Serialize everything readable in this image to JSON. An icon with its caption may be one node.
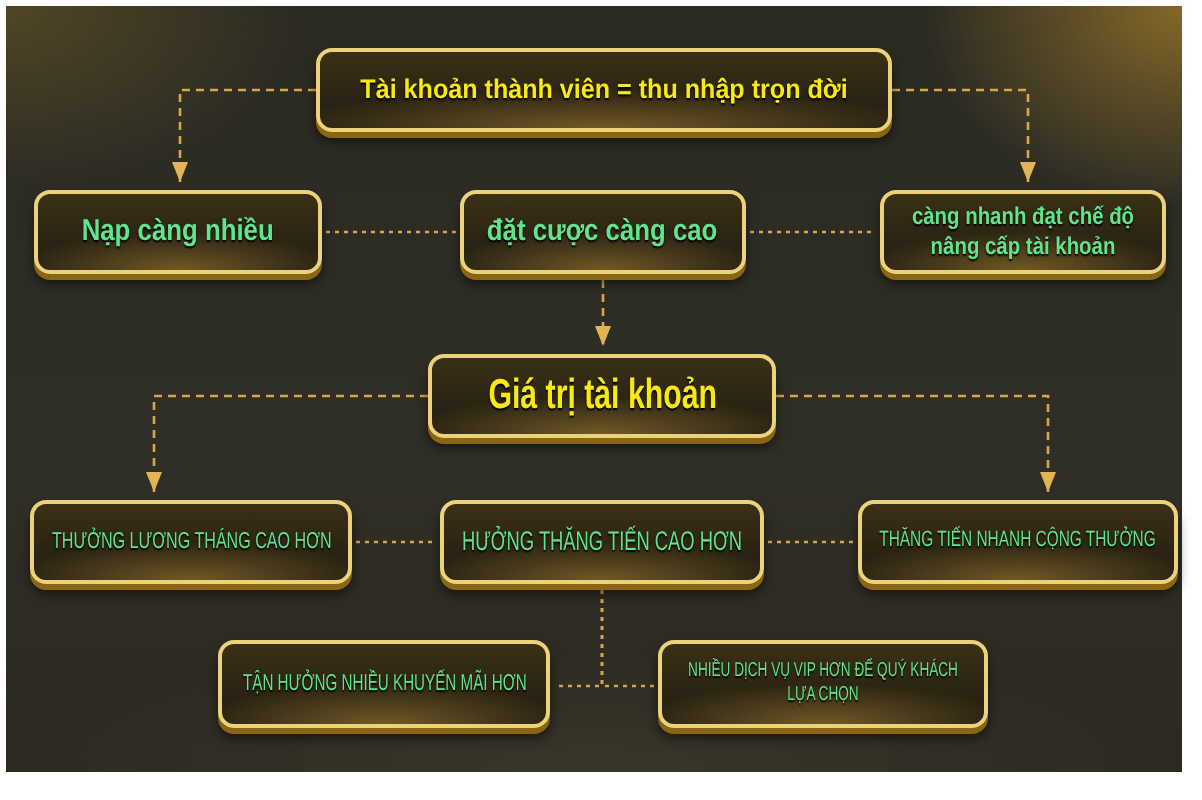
{
  "diagram": {
    "nodes": [
      {
        "text": [
          "Tài khoản thành viên = thu nhập trọn đời"
        ]
      },
      {
        "text": [
          "Nạp càng nhiều"
        ]
      },
      {
        "text": [
          "đặt cược càng cao"
        ]
      },
      {
        "text": [
          "càng nhanh đạt chế độ nâng cấp tài khoản"
        ]
      },
      {
        "text": [
          "Giá trị tài khoản"
        ]
      },
      {
        "text": [
          "THƯỞNG LƯƠNG THÁNG CAO HƠN"
        ]
      },
      {
        "text": [
          "HƯỞNG THĂNG TIẾN CAO HƠN"
        ]
      },
      {
        "text": [
          "THĂNG TIẾN NHANH CỘNG THƯỞNG"
        ]
      },
      {
        "text": [
          "TẬN HƯỞNG NHIỀU KHUYẾN MÃI HƠN"
        ]
      },
      {
        "text": [
          "NHIỀU DỊCH VỤ VIP HƠN ĐỂ QUÝ KHÁCH LỰA CHỌN"
        ]
      }
    ],
    "edges": [
      {
        "from": 0,
        "to": 1,
        "arrow": "to",
        "style": "dashed"
      },
      {
        "from": 0,
        "to": 3,
        "arrow": "to",
        "style": "dashed"
      },
      {
        "from": 1,
        "to": 2,
        "arrow": "none",
        "style": "dashed"
      },
      {
        "from": 2,
        "to": 3,
        "arrow": "none",
        "style": "dashed"
      },
      {
        "from": 2,
        "to": 4,
        "arrow": "to",
        "style": "dashed"
      },
      {
        "from": 4,
        "to": 5,
        "arrow": "to",
        "style": "dashed"
      },
      {
        "from": 4,
        "to": 7,
        "arrow": "to",
        "style": "dashed"
      },
      {
        "from": 5,
        "to": 6,
        "arrow": "none",
        "style": "dashed"
      },
      {
        "from": 6,
        "to": 7,
        "arrow": "none",
        "style": "dashed"
      },
      {
        "from": 6,
        "to": 8,
        "arrow": "none",
        "style": "dashed"
      },
      {
        "from": 6,
        "to": 9,
        "arrow": "none",
        "style": "dashed"
      }
    ]
  }
}
